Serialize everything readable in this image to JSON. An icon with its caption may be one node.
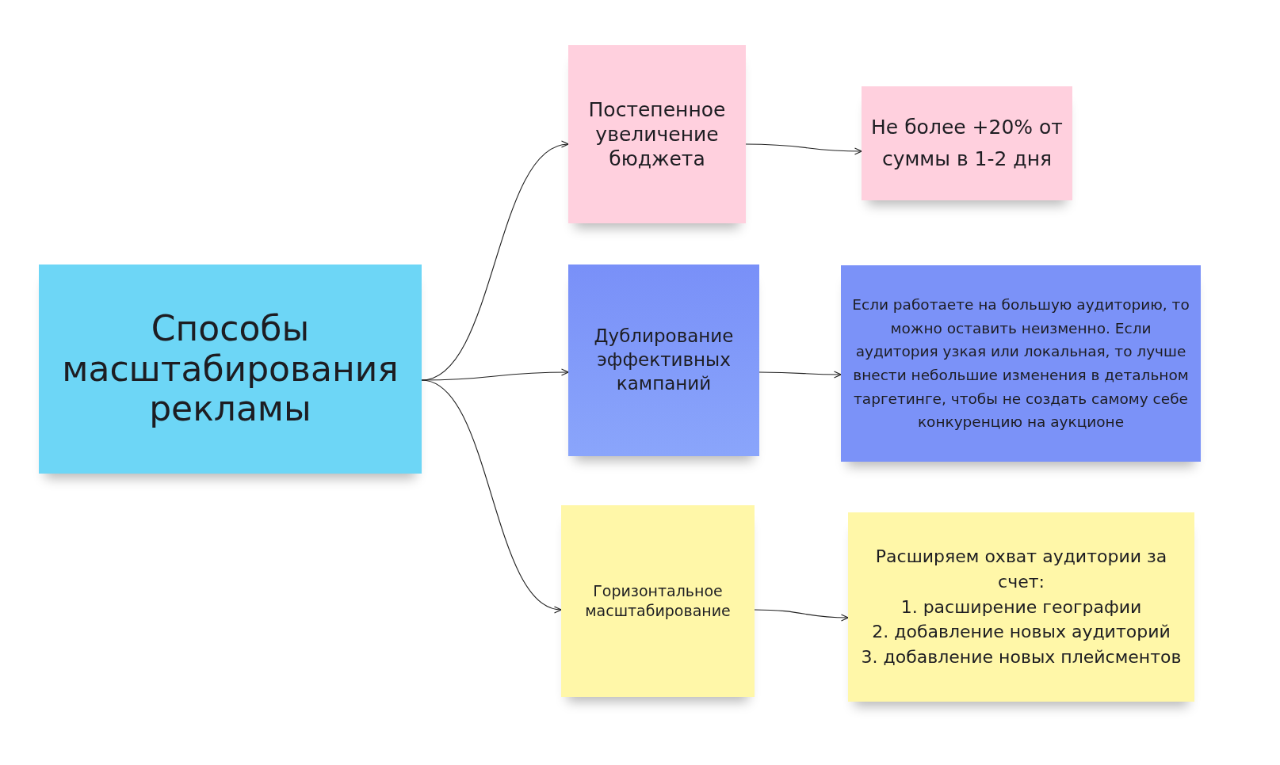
{
  "diagram": {
    "nodes": [
      {
        "text": [
          "Способы масштабирования рекламы"
        ]
      },
      {
        "text": [
          "Постепенное увеличение бюджета"
        ]
      },
      {
        "text": [
          "Не более +20% от суммы в 1-2 дня"
        ]
      },
      {
        "text": [
          "Дублирование эффективных кампаний"
        ]
      },
      {
        "text": [
          "Если работаете на большую аудиторию, то можно оставить неизменно. Если аудитория узкая или локальная, то лучше внести небольшие изменения в детальном таргетинге, чтобы не создать самому себе конкуренцию на аукционе"
        ]
      },
      {
        "text": [
          "Горизонтальное масштабирование"
        ]
      },
      {
        "text": [
          "Расширяем охват аудитории за счет:",
          "1. расширение географии",
          "2. добавление новых аудиторий",
          "3. добавление новых плейсментов"
        ]
      }
    ],
    "edges": [
      {
        "from": 0,
        "to": 1,
        "arrow": "to"
      },
      {
        "from": 0,
        "to": 3,
        "arrow": "to"
      },
      {
        "from": 0,
        "to": 5,
        "arrow": "to"
      },
      {
        "from": 1,
        "to": 2,
        "arrow": "to"
      },
      {
        "from": 3,
        "to": 4,
        "arrow": "to"
      },
      {
        "from": 5,
        "to": 6,
        "arrow": "to"
      }
    ]
  }
}
